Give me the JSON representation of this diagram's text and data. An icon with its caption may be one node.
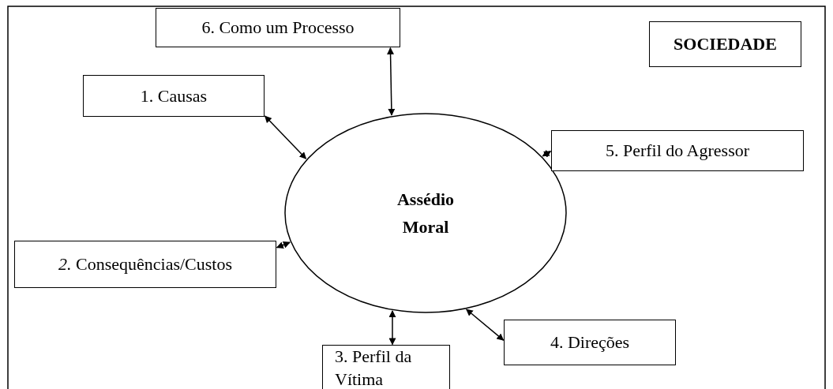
{
  "diagram": {
    "nodes": [
      {
        "text": [
          "6. Como um Processo"
        ]
      },
      {
        "text": [
          "SOCIEDADE"
        ]
      },
      {
        "text": [
          "1. Causas"
        ]
      },
      {
        "text": [
          "Assédio Moral"
        ]
      },
      {
        "text": [
          "5. Perfil do Agressor"
        ]
      },
      {
        "text": [
          "*2.* Consequências/Custos"
        ]
      },
      {
        "text": [
          "4. Direções"
        ]
      },
      {
        "text": [
          "3. Perfil da Vítima"
        ]
      }
    ],
    "edges": [
      {
        "from": 0,
        "to": 3,
        "arrow": "both"
      },
      {
        "from": 2,
        "to": 3,
        "arrow": "both"
      },
      {
        "from": 4,
        "to": 3,
        "arrow": "both"
      },
      {
        "from": 5,
        "to": 3,
        "arrow": "both"
      },
      {
        "from": 7,
        "to": 3,
        "arrow": "both"
      },
      {
        "from": 6,
        "to": 3,
        "arrow": "both"
      }
    ]
  }
}
